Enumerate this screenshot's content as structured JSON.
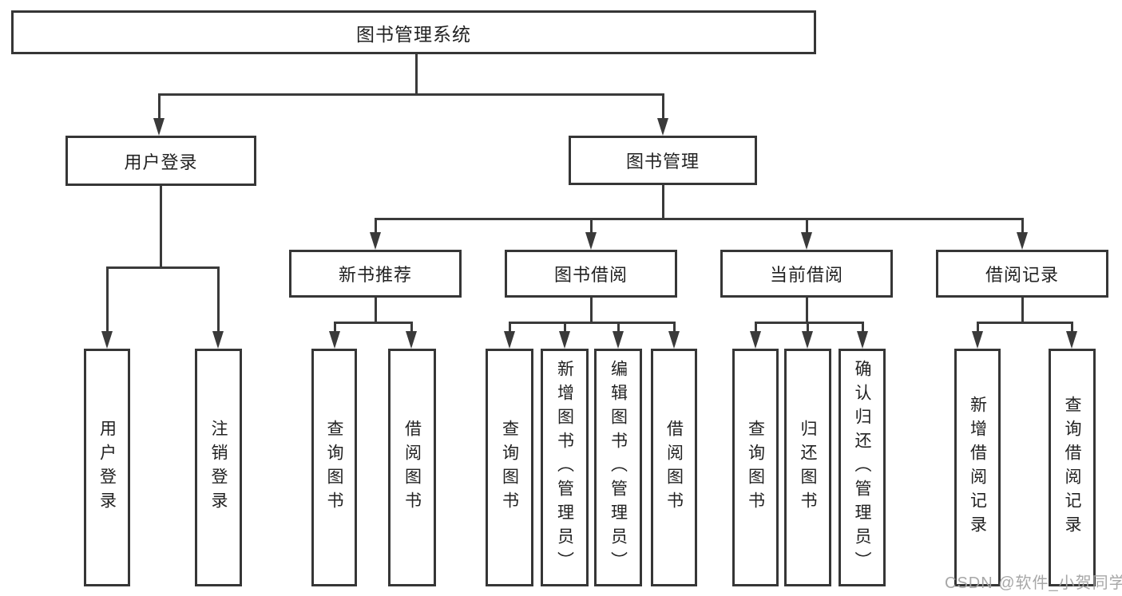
{
  "tree": {
    "root": {
      "label": "图书管理系统",
      "children": [
        {
          "label": "用户登录",
          "children": [
            {
              "label": "用户登录"
            },
            {
              "label": "注销登录"
            }
          ]
        },
        {
          "label": "图书管理",
          "children": [
            {
              "label": "新书推荐",
              "children": [
                {
                  "label": "查询图书"
                },
                {
                  "label": "借阅图书"
                }
              ]
            },
            {
              "label": "图书借阅",
              "children": [
                {
                  "label": "查询图书"
                },
                {
                  "label": "新增图书（管理员）"
                },
                {
                  "label": "编辑图书（管理员）"
                },
                {
                  "label": "借阅图书"
                }
              ]
            },
            {
              "label": "当前借阅",
              "children": [
                {
                  "label": "查询图书"
                },
                {
                  "label": "归还图书"
                },
                {
                  "label": "确认归还（管理员）"
                }
              ]
            },
            {
              "label": "借阅记录",
              "children": [
                {
                  "label": "新增借阅记录"
                },
                {
                  "label": "查询借阅记录"
                }
              ]
            }
          ]
        }
      ]
    }
  },
  "watermark": {
    "text": "CSDN @软件_小贺同学"
  },
  "colors": {
    "line": "#3a3a3a",
    "border": "#363636",
    "text": "#222222",
    "watermark": "#a2a2a2",
    "background": "#ffffff"
  }
}
